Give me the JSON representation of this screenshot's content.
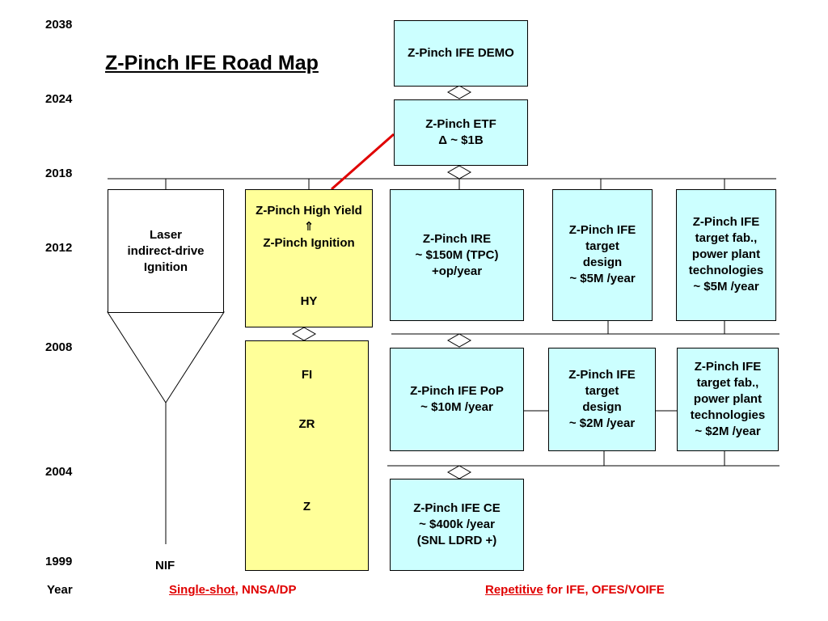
{
  "title": "Z-Pinch IFE Road Map",
  "years": {
    "y2038": "2038",
    "y2024": "2024",
    "y2018": "2018",
    "y2012": "2012",
    "y2008": "2008",
    "y2004": "2004",
    "y1999": "1999",
    "year_label": "Year"
  },
  "boxes": {
    "demo": {
      "l1": "Z-Pinch IFE DEMO"
    },
    "etf": {
      "l1": "Z-Pinch ETF",
      "l2": "Δ ~ $1B"
    },
    "laser": {
      "l1": "Laser",
      "l2": "indirect-drive",
      "l3": "Ignition"
    },
    "nif": "NIF",
    "high_yield": {
      "l1": "Z-Pinch High Yield",
      "l2": "⇑",
      "l3": "Z-Pinch Ignition",
      "hy": "HY"
    },
    "z_program": {
      "fi": "FI",
      "zr": "ZR",
      "z": "Z"
    },
    "ire": {
      "l1": "Z-Pinch IRE",
      "l2": "~ $150M (TPC)",
      "l3": "+op/year"
    },
    "target_design_5m": {
      "l1": "Z-Pinch IFE",
      "l2": "target",
      "l3": "design",
      "l4": "~ $5M /year"
    },
    "target_fab_5m": {
      "l1": "Z-Pinch IFE",
      "l2": "target fab.,",
      "l3": "power plant",
      "l4": "technologies",
      "l5": "~ $5M /year"
    },
    "pop": {
      "l1": "Z-Pinch IFE PoP",
      "l2": "~ $10M /year"
    },
    "target_design_2m": {
      "l1": "Z-Pinch IFE",
      "l2": "target",
      "l3": "design",
      "l4": "~ $2M /year"
    },
    "target_fab_2m": {
      "l1": "Z-Pinch IFE",
      "l2": "target fab.,",
      "l3": "power plant",
      "l4": "technologies",
      "l5": "~ $2M /year"
    },
    "ce": {
      "l1": "Z-Pinch IFE CE",
      "l2": "~ $400k /year",
      "l3": "(SNL LDRD +)"
    }
  },
  "footer": {
    "single_shot": "Single-shot",
    "nnsa": ", NNSA/DP",
    "repetitive": "Repetitive",
    "ife": " for IFE, OFES/VOIFE"
  },
  "colors": {
    "cyan": "#ccffff",
    "yellow": "#ffff99",
    "red": "#e00000"
  }
}
